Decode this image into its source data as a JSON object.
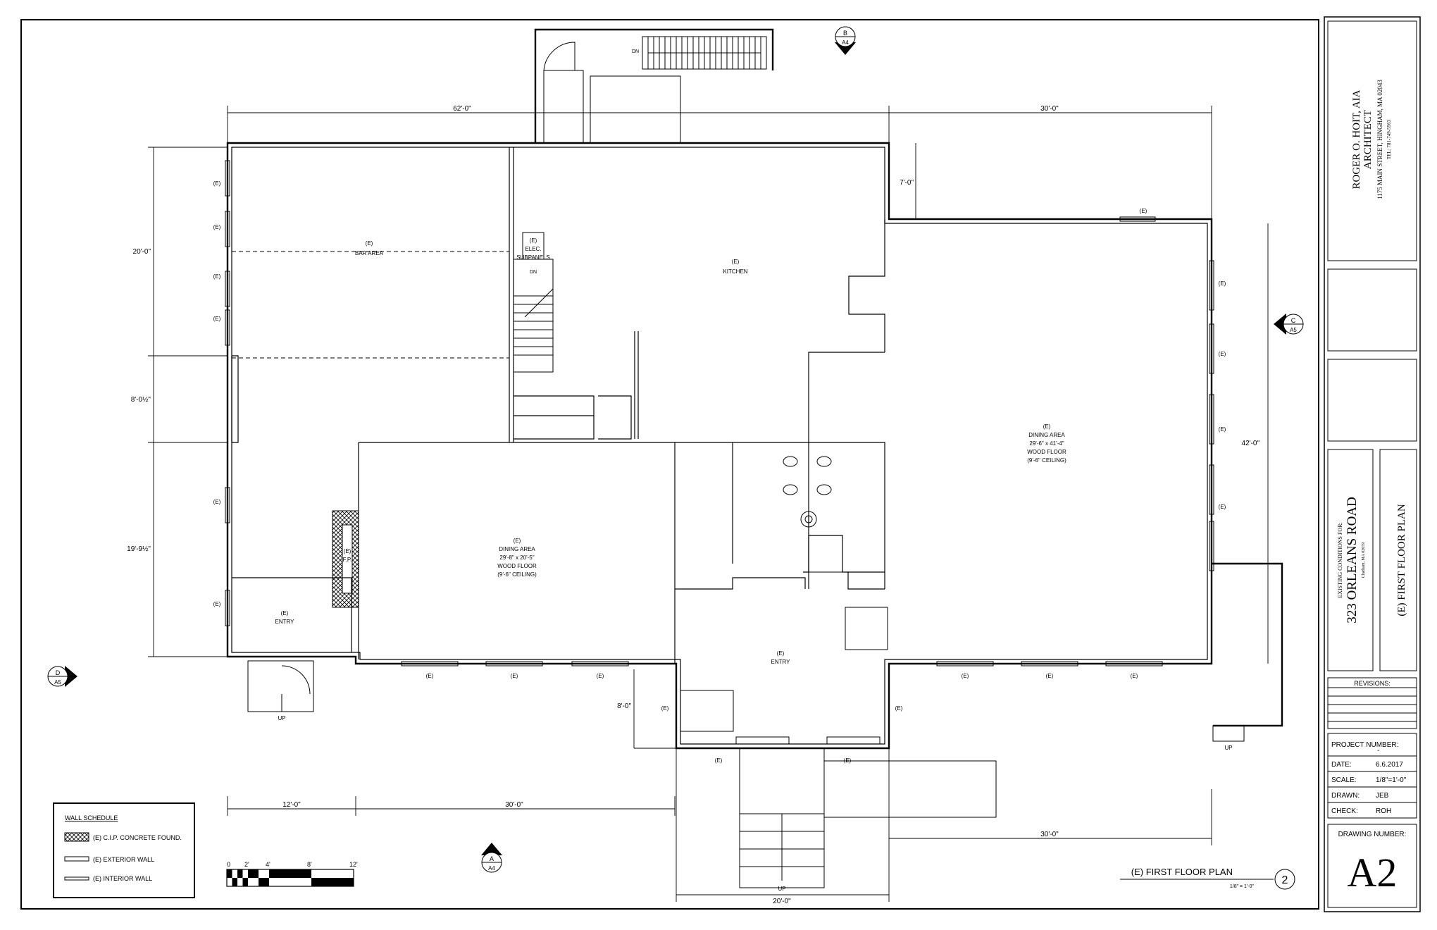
{
  "title_block": {
    "architect": {
      "name": "ROGER O. HOIT, AIA",
      "title": "ARCHITECT",
      "address": "1175 MAIN STREET, HINGHAM, MA 02043",
      "phone": "TEL: 781-749-5563"
    },
    "project": {
      "prefix": "EXISTING CONDITIONS FOR:",
      "name": "323 ORLEANS ROAD",
      "location": "Chatham, MA 02659"
    },
    "sheet_title": "(E)  FIRST  FLOOR  PLAN",
    "revisions_label": "REVISIONS:",
    "info": [
      {
        "label": "PROJECT NUMBER:",
        "value": "-"
      },
      {
        "label": "DATE:",
        "value": "6.6.2017"
      },
      {
        "label": "SCALE:",
        "value": "1/8\"=1'-0\""
      },
      {
        "label": "DRAWN:",
        "value": "JEB"
      },
      {
        "label": "CHECK:",
        "value": "ROH"
      }
    ],
    "drawing_number_label": "DRAWING NUMBER:",
    "drawing_number": "A2"
  },
  "plan_title": {
    "text": "(E)  FIRST  FLOOR  PLAN",
    "scale": "1/8\" = 1'-0\"",
    "number": "2"
  },
  "rooms": {
    "bar": {
      "tag": "(E)",
      "name": "BAR  AREA"
    },
    "elec": {
      "tag": "(E)",
      "line1": "ELEC.",
      "line2": "SUBPANELS"
    },
    "kitchen": {
      "tag": "(E)",
      "name": "KITCHEN"
    },
    "dining_right": {
      "tag": "(E)",
      "name": "DINING AREA",
      "size": "29'-6\" x 41'-4\"",
      "floor": "WOOD FLOOR",
      "ceiling": "(9'-6\" CEILING)"
    },
    "dining_center": {
      "tag": "(E)",
      "name": "DINING AREA",
      "size": "29'-8\" x 20'-5\"",
      "floor": "WOOD FLOOR",
      "ceiling": "(9'-6\" CEILING)"
    },
    "entry_left": {
      "tag": "(E)",
      "name": "ENTRY"
    },
    "entry_center": {
      "tag": "(E)",
      "name": "ENTRY"
    },
    "fireplace": {
      "tag": "(E)",
      "name": "F.P."
    }
  },
  "annotations": {
    "e": "(E)",
    "dn": "DN",
    "up": "UP"
  },
  "dimensions": {
    "top_left": "62'-0\"",
    "top_right": "30'-0\"",
    "notch": "7'-0\"",
    "left_top": "20'-0\"",
    "left_mid": "8'-0½\"",
    "left_bot": "19'-9½\"",
    "right": "42'-0\"",
    "entry_depth": "8'-0\"",
    "bottom_left": "12'-0\"",
    "bottom_mid": "30'-0\"",
    "bottom_right": "30'-0\"",
    "bottom_entry": "20'-0\""
  },
  "section_marks": {
    "top": {
      "letter": "B",
      "sheet": "A4"
    },
    "right": {
      "letter": "C",
      "sheet": "A5"
    },
    "left": {
      "letter": "D",
      "sheet": "A5"
    },
    "bottom": {
      "letter": "A",
      "sheet": "A4"
    }
  },
  "wall_schedule": {
    "title": "WALL SCHEDULE",
    "items": [
      "(E) C.I.P. CONCRETE FOUND.",
      "(E) EXTERIOR WALL",
      "(E) INTERIOR WALL"
    ]
  },
  "scale_bar": {
    "ticks": [
      "0",
      "2'",
      "4'",
      "8'",
      "12'"
    ]
  }
}
